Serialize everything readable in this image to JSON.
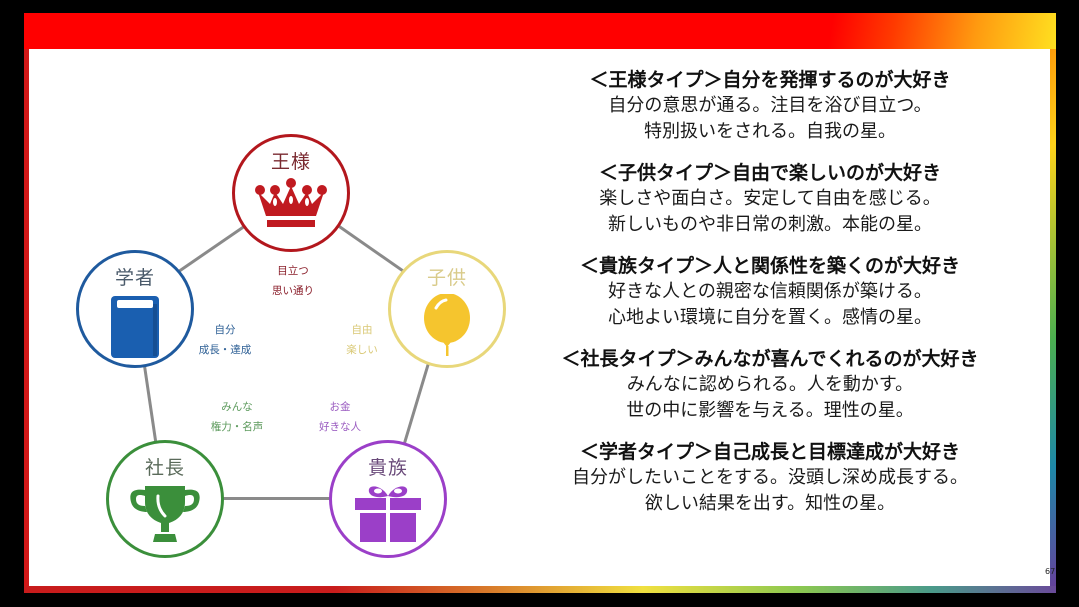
{
  "slide": {
    "page_number": "67",
    "colors": {
      "top_band": "#ff0000",
      "background": "#000000",
      "content_bg": "#ffffff",
      "edge": "#8a8a8a"
    }
  },
  "diagram": {
    "type": "pentagon-cycle",
    "nodes": [
      {
        "id": "king",
        "label": "王様",
        "icon": "crown-icon",
        "color": "#b3171d"
      },
      {
        "id": "child",
        "label": "子供",
        "icon": "balloon-icon",
        "color": "#e8d77a"
      },
      {
        "id": "noble",
        "label": "貴族",
        "icon": "gift-icon",
        "color": "#9b3fc8"
      },
      {
        "id": "president",
        "label": "社長",
        "icon": "trophy-icon",
        "color": "#3b8f3b"
      },
      {
        "id": "scholar",
        "label": "学者",
        "icon": "book-icon",
        "color": "#1f5a9e"
      }
    ],
    "inner_labels": [
      {
        "node": "king",
        "lines": [
          "目立つ",
          "思い通り"
        ],
        "color": "#8a1e2a"
      },
      {
        "node": "child",
        "lines": [
          "自由",
          "楽しい"
        ],
        "color": "#d9c874"
      },
      {
        "node": "noble",
        "lines": [
          "お金",
          "好きな人"
        ],
        "color": "#9a5bc0"
      },
      {
        "node": "president",
        "lines": [
          "みんな",
          "権力・名声"
        ],
        "color": "#5c9a5c"
      },
      {
        "node": "scholar",
        "lines": [
          "自分",
          "成長・達成"
        ],
        "color": "#2d5f95"
      }
    ]
  },
  "descriptions": [
    {
      "title": "＜王様タイプ＞自分を発揮するのが大好き",
      "lines": [
        "自分の意思が通る。注目を浴び目立つ。",
        "特別扱いをされる。自我の星。"
      ]
    },
    {
      "title": "＜子供タイプ＞自由で楽しいのが大好き",
      "lines": [
        "楽しさや面白さ。安定して自由を感じる。",
        "新しいものや非日常の刺激。本能の星。"
      ]
    },
    {
      "title": "＜貴族タイプ＞人と関係性を築くのが大好き",
      "lines": [
        "好きな人との親密な信頼関係が築ける。",
        "心地よい環境に自分を置く。感情の星。"
      ]
    },
    {
      "title": "＜社長タイプ＞みんなが喜んでくれるのが大好き",
      "lines": [
        "みんなに認められる。人を動かす。",
        "世の中に影響を与える。理性の星。"
      ]
    },
    {
      "title": "＜学者タイプ＞自己成長と目標達成が大好き",
      "lines": [
        "自分がしたいことをする。没頭し深め成長する。",
        "欲しい結果を出す。知性の星。"
      ]
    }
  ]
}
